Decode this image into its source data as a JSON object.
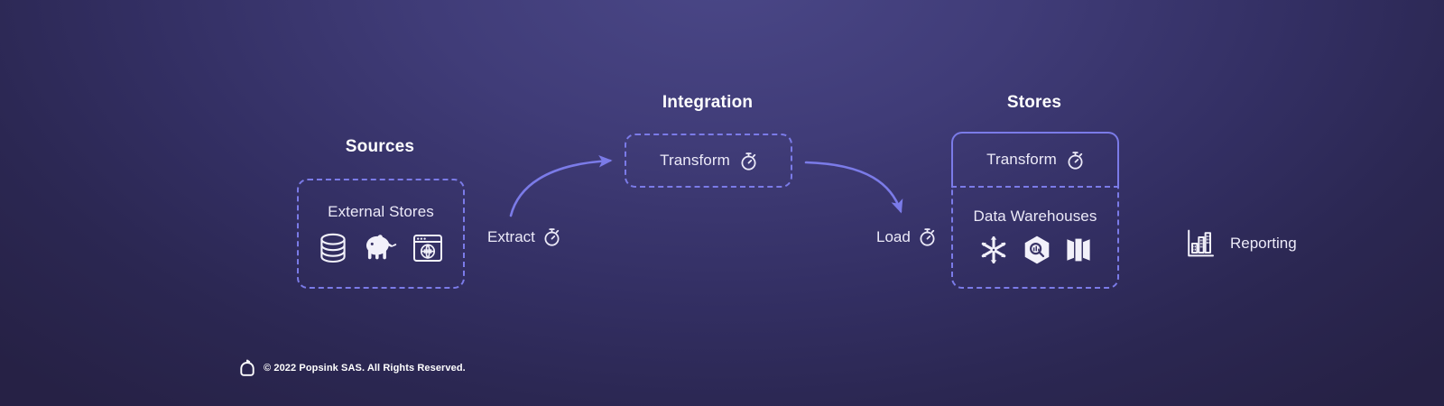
{
  "diagram": {
    "background_color": "#332f63",
    "accent_color": "#7b7be8",
    "text_color": "#eceaf8",
    "sections": [
      {
        "title": "Sources"
      },
      {
        "title": "Integration"
      },
      {
        "title": "Stores"
      }
    ],
    "sources": {
      "title": "Sources",
      "box_label": "External Stores",
      "icons": [
        {
          "name": "database-icon",
          "label": "Database"
        },
        {
          "name": "hadoop-elephant-icon",
          "label": "Hadoop"
        },
        {
          "name": "api-browser-icon",
          "label": "API"
        }
      ]
    },
    "integration": {
      "title": "Integration",
      "box_label": "Transform",
      "box_icon": "stopwatch-icon"
    },
    "stores": {
      "title": "Stores",
      "transform_label": "Transform",
      "transform_icon": "stopwatch-icon",
      "warehouses_label": "Data Warehouses",
      "icons": [
        {
          "name": "snowflake-icon",
          "label": "Snowflake"
        },
        {
          "name": "bigquery-icon",
          "label": "BigQuery"
        },
        {
          "name": "redshift-icon",
          "label": "Redshift"
        }
      ]
    },
    "steps": [
      {
        "label": "Extract",
        "icon": "stopwatch-icon"
      },
      {
        "label": "Load",
        "icon": "stopwatch-icon"
      }
    ],
    "reporting": {
      "label": "Reporting",
      "icon": "bar-chart-icon"
    },
    "footer": {
      "text": "© 2022 Popsink SAS. All Rights Reserved.",
      "logo": "popsink-logo-icon"
    }
  }
}
